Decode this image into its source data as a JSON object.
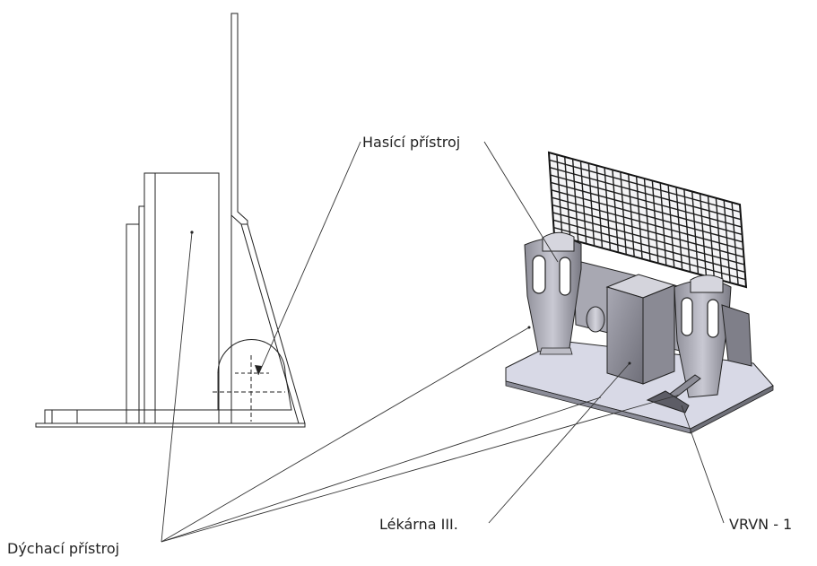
{
  "labels": {
    "extinguisher": "Hasící přístroj",
    "breathing": "Dýchací přístroj",
    "pharmacy": "Lékárna III.",
    "vrvn": "VRVN - 1"
  },
  "colors": {
    "line": "#222222",
    "part_fill": "#c9c9d3",
    "part_dark": "#6e6e78",
    "plate": "#dcdde8",
    "background": "#ffffff"
  }
}
